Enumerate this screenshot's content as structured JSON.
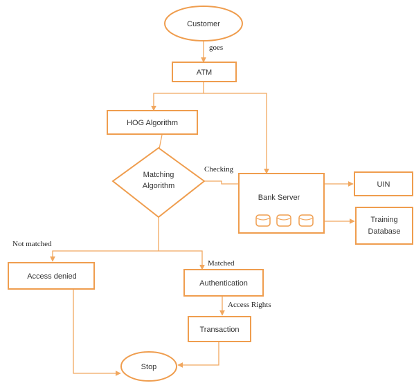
{
  "diagram": {
    "nodes": {
      "customer": "Customer",
      "atm": "ATM",
      "hog": "HOG Algorithm",
      "matching_line1": "Matching",
      "matching_line2": "Algorithm",
      "bank_server": "Bank Server",
      "uin": "UIN",
      "training_line1": "Training",
      "training_line2": "Database",
      "access_denied": "Access denied",
      "authentication": "Authentication",
      "transaction": "Transaction",
      "stop": "Stop"
    },
    "edge_labels": {
      "goes": "goes",
      "checking": "Checking",
      "not_matched": "Not matched",
      "matched": "Matched",
      "access_rights": "Access Rights"
    }
  }
}
